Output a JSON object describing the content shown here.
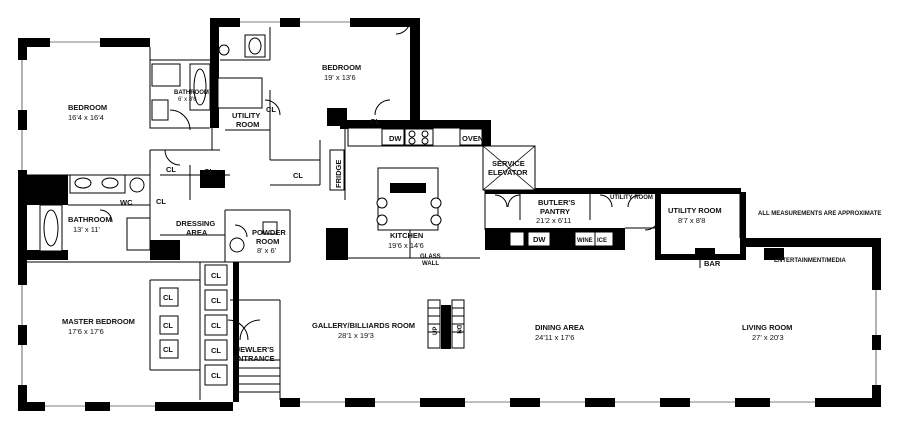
{
  "note": "ALL MEASUREMENTS ARE APPROXIMATE",
  "rooms": {
    "bedroom_left": {
      "name": "BEDROOM",
      "dim": "16'4 x 16'4"
    },
    "bathroom_top": {
      "name": "BATHROOM",
      "dim": "6' x 8'6"
    },
    "bedroom_top": {
      "name": "BEDROOM",
      "dim": "19' x 13'6"
    },
    "utility_room_top": {
      "line1": "UTILITY",
      "line2": "ROOM"
    },
    "kitchen": {
      "name": "KITCHEN",
      "dim": "19'6 x 14'6"
    },
    "service_elevator": {
      "line1": "SERVICE",
      "line2": "ELEVATOR"
    },
    "butlers_pantry": {
      "line1": "BUTLER'S",
      "line2": "PANTRY",
      "dim": "21'2 x 6'11"
    },
    "utility_room_small": {
      "name": "UTILITY ROOM"
    },
    "utility_room_right": {
      "name": "UTILITY ROOM",
      "dim": "8'7 x 8'8"
    },
    "bathroom_mid": {
      "name": "BATHROOM",
      "dim": "13' x 11'"
    },
    "wc": {
      "name": "WC"
    },
    "dressing_area": {
      "line1": "DRESSING",
      "line2": "AREA"
    },
    "powder_room": {
      "line1": "POWDER",
      "line2": "ROOM",
      "dim": "8' x 6'"
    },
    "master_bedroom": {
      "name": "MASTER BEDROOM",
      "dim": "17'6 x 17'6"
    },
    "jewelers_entrance": {
      "line1": "JEWLER'S",
      "line2": "ENTRANCE"
    },
    "gallery": {
      "name": "GALLERY/BILLIARDS ROOM",
      "dim": "28'1 x 19'3"
    },
    "dining_area": {
      "name": "DINING AREA",
      "dim": "24'11 x 17'6"
    },
    "living_room": {
      "name": "LIVING ROOM",
      "dim": "27' x 20'3"
    }
  },
  "labels": {
    "cl": "CL",
    "dw": "DW",
    "oven": "OVEN",
    "fridge": "FRIDGE",
    "wine": "WINE",
    "ice": "ICE",
    "bar": "BAR",
    "entertainment": "ENTERTAINMENT/MEDIA",
    "glass_wall_1": "GLASS",
    "glass_wall_2": "WALL",
    "up": "UP",
    "dn": "DN"
  }
}
